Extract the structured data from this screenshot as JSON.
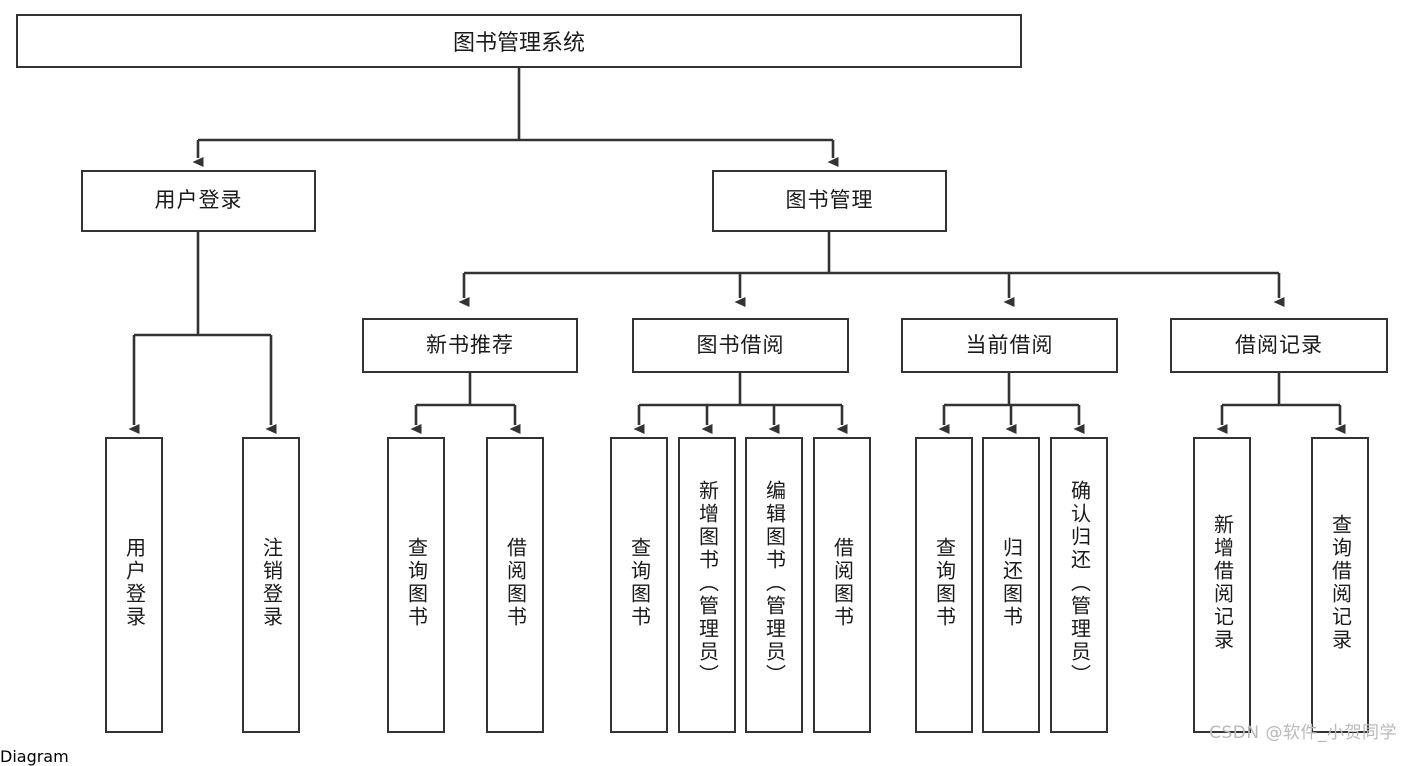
{
  "diagram": {
    "title": "图书管理系统",
    "type": "tree-hierarchy-chart",
    "root": {
      "label": "图书管理系统"
    },
    "level2": [
      {
        "label": "用户登录"
      },
      {
        "label": "图书管理"
      }
    ],
    "level3": [
      {
        "label": "新书推荐"
      },
      {
        "label": "图书借阅"
      },
      {
        "label": "当前借阅"
      },
      {
        "label": "借阅记录"
      }
    ],
    "leaves": {
      "user_login": [
        {
          "label": "用户登录"
        },
        {
          "label": "注销登录"
        }
      ],
      "new_book_recommend": [
        {
          "label": "查询图书"
        },
        {
          "label": "借阅图书"
        }
      ],
      "book_borrow": [
        {
          "label": "查询图书"
        },
        {
          "label": "新增图书（管理员）"
        },
        {
          "label": "编辑图书（管理员）"
        },
        {
          "label": "借阅图书"
        }
      ],
      "current_borrow": [
        {
          "label": "查询图书"
        },
        {
          "label": "归还图书"
        },
        {
          "label": "确认归还（管理员）"
        }
      ],
      "borrow_record": [
        {
          "label": "新增借阅记录"
        },
        {
          "label": "查询借阅记录"
        }
      ]
    }
  },
  "watermark": {
    "text": "CSDN @软件_小贺同学"
  },
  "colors": {
    "border": "#333333",
    "background": "#ffffff",
    "text": "#1a1a1a",
    "watermark": "#b9b9b9"
  }
}
